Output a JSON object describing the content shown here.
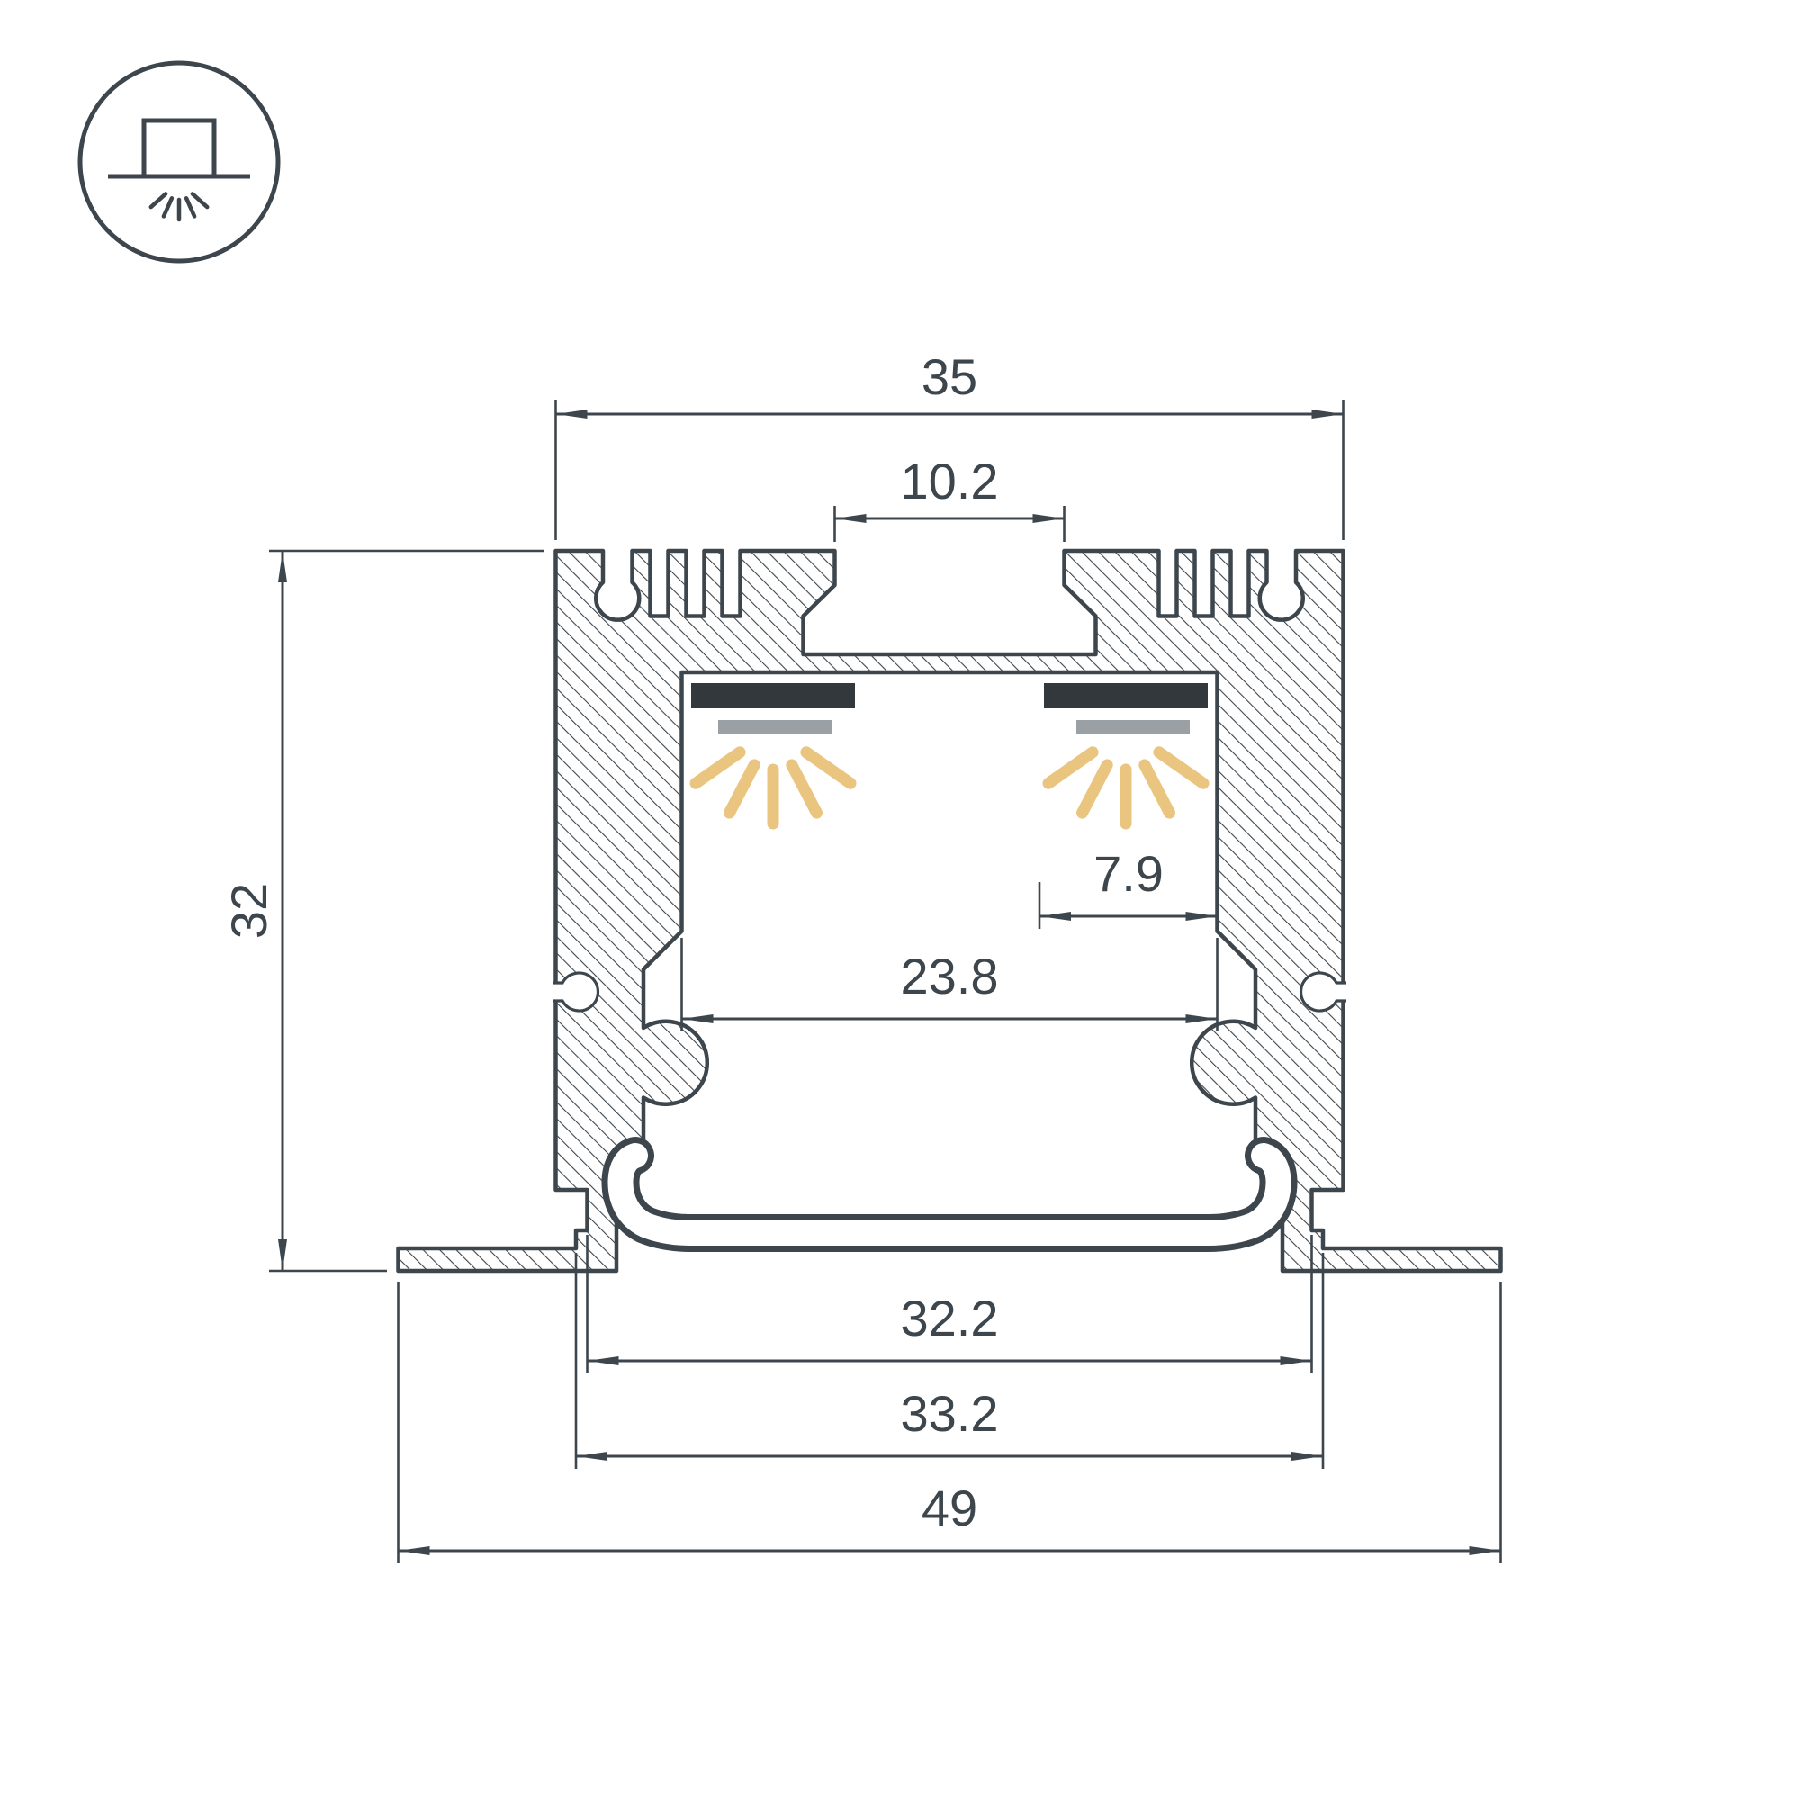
{
  "title": "Recessed LED profile cross-section technical drawing",
  "colors": {
    "ink": "#3d464d",
    "background": "#ffffff",
    "ray": "#eac57f",
    "led_dark": "#33383c",
    "led_pcb_gray": "#9aa0a4"
  },
  "icon": {
    "name": "recessed-mount-icon"
  },
  "dimensions": {
    "top_width": "35",
    "channel_width": "10.2",
    "height": "32",
    "led_shelf_width": "7.9",
    "inner_width": "23.8",
    "body_width": "32.2",
    "cutout_width": "33.2",
    "flange_width": "49"
  }
}
